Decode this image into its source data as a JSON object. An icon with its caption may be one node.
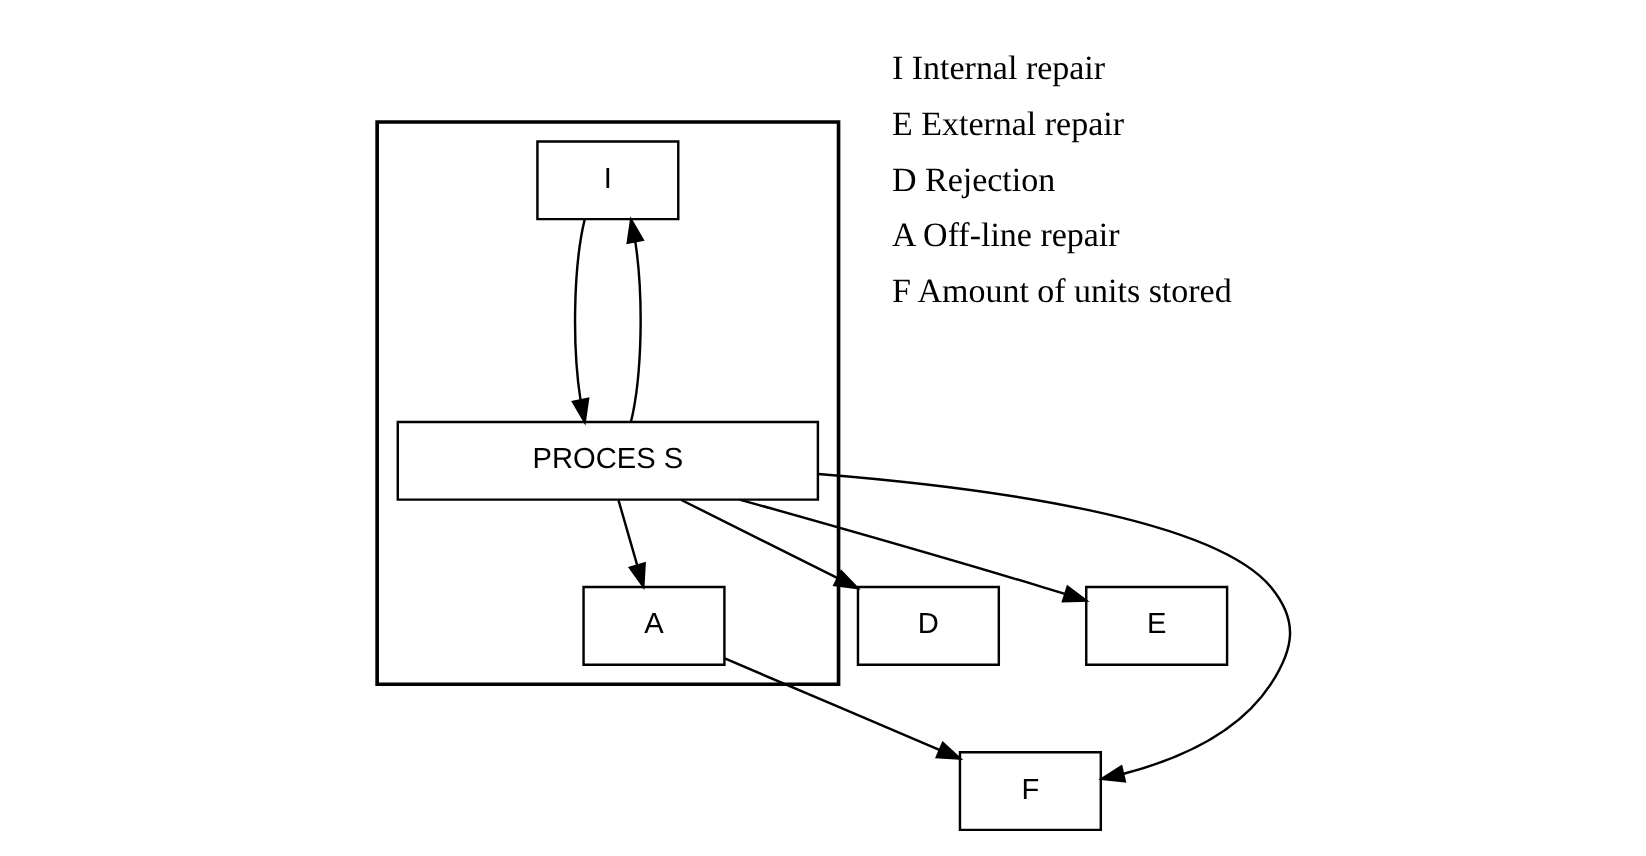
{
  "diagram": {
    "nodes": [
      {
        "text": [],
        "shape": "box"
      },
      {
        "text": [
          "I"
        ],
        "in": 0
      },
      {
        "text": [
          "PROCES S"
        ],
        "in": 0
      },
      {
        "text": [
          "D"
        ]
      },
      {
        "text": [
          "E"
        ]
      },
      {
        "text": [
          "A"
        ],
        "in": 0
      },
      {
        "text": [
          "F"
        ]
      }
    ],
    "edges": [
      {
        "from": 1,
        "to": 2,
        "arrow": "to"
      },
      {
        "from": 2,
        "to": 1,
        "arrow": "to"
      },
      {
        "from": 2,
        "to": 3,
        "arrow": "to"
      },
      {
        "from": 2,
        "to": 4,
        "arrow": "to"
      },
      {
        "from": 2,
        "to": 5,
        "arrow": "to"
      },
      {
        "from": 5,
        "to": 6,
        "arrow": "to"
      },
      {
        "from": 2,
        "to": 6,
        "arrow": "to"
      }
    ],
    "labels": [
      "I Internal repair",
      "E External repair",
      "D Rejection",
      "A Off-line repair",
      "F Amount of units stored"
    ]
  }
}
